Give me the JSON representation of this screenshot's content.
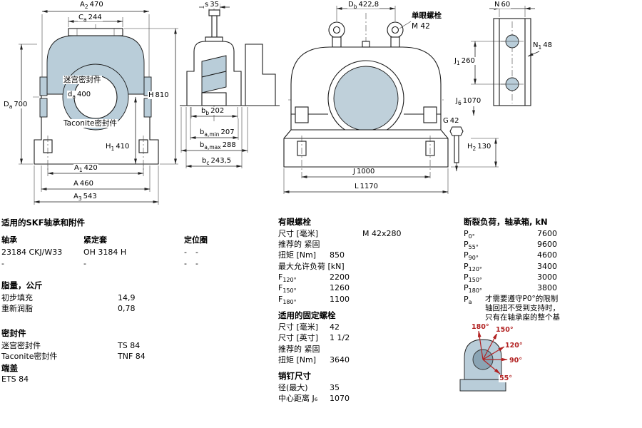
{
  "colors": {
    "line": "#1a1a1a",
    "section_fill": "#b9cdd9",
    "bore_fill": "#bfd0da",
    "angle_label_red": "#b22222"
  },
  "dims": {
    "a2": {
      "base": "A",
      "sub": "2",
      "value": "470"
    },
    "ca": {
      "base": "C",
      "sub": "a",
      "value": "244"
    },
    "da_shaft": {
      "base": "d",
      "sub": "a",
      "value": "400"
    },
    "Da": {
      "base": "D",
      "sub": "a",
      "value": "700"
    },
    "h": {
      "base": "H",
      "sub": "",
      "value": "810"
    },
    "h1": {
      "base": "H",
      "sub": "1",
      "value": "410"
    },
    "a1": {
      "base": "A",
      "sub": "1",
      "value": "420"
    },
    "a": {
      "base": "A",
      "sub": "",
      "value": "460"
    },
    "a3": {
      "base": "A",
      "sub": "3",
      "value": "543"
    },
    "s": {
      "base": "s",
      "sub": "",
      "value": "35"
    },
    "bb": {
      "base": "b",
      "sub": "b",
      "value": "202"
    },
    "ba_min": {
      "base": "b",
      "sub": "a,min",
      "value": "207"
    },
    "ba_max": {
      "base": "b",
      "sub": "a,max",
      "value": "288"
    },
    "bc": {
      "base": "b",
      "sub": "c",
      "value": "243,5"
    },
    "Db": {
      "base": "D",
      "sub": "b",
      "value": "422,8"
    },
    "j1": {
      "base": "J",
      "sub": "1",
      "value": "260"
    },
    "g": {
      "base": "G",
      "sub": "",
      "value": "42"
    },
    "h2": {
      "base": "H",
      "sub": "2",
      "value": "130"
    },
    "j": {
      "base": "J",
      "sub": "",
      "value": "1000"
    },
    "l": {
      "base": "L",
      "sub": "",
      "value": "1170"
    },
    "n": {
      "base": "N",
      "sub": "",
      "value": "60"
    },
    "n1": {
      "base": "N",
      "sub": "1",
      "value": "48"
    },
    "j6": {
      "base": "J",
      "sub": "6",
      "value": "1070"
    }
  },
  "annotations": {
    "labyrinth_seal": "迷宫密封件",
    "taconite_seal": "Taconite密封件",
    "eye_bolt_title": "单眼螺栓",
    "eye_bolt_size": "M 42"
  },
  "tables": {
    "left": {
      "bearings": {
        "title": "适用的SKF轴承和附件",
        "headers": [
          "轴承",
          "紧定套",
          "定位圈"
        ],
        "rows": [
          [
            "23184 CKJ/W33",
            "OH 3184 H",
            "-",
            "-"
          ],
          [
            "-",
            "-",
            "-",
            "-"
          ]
        ]
      },
      "grease": {
        "title": "脂量，公斤",
        "rows": [
          {
            "label": "初步填充",
            "value": "14,9"
          },
          {
            "label": "重新润脂",
            "value": "0,78"
          }
        ]
      },
      "seals": {
        "title": "密封件",
        "rows": [
          {
            "label": "迷宫密封件",
            "value": "TS 84"
          },
          {
            "label": "Taconite密封件",
            "value": "TNF 84"
          }
        ]
      },
      "cover": {
        "title": "端盖",
        "value": "ETS 84"
      }
    },
    "middle": {
      "cap_bolts": {
        "title": "有眼螺栓",
        "size_label": "尺寸 [毫米]",
        "size_value": "M 42x280",
        "rec_label": "推荐的 紧固",
        "torque_label": "扭矩 [Nm]",
        "torque_value": "850",
        "maxload_label": "最大允许负荷 [kN]",
        "f": [
          {
            "base": "F",
            "sub": "120°",
            "value": "2200"
          },
          {
            "base": "F",
            "sub": "150°",
            "value": "1260"
          },
          {
            "base": "F",
            "sub": "180°",
            "value": "1100"
          }
        ]
      },
      "attach_bolts": {
        "title": "适用的固定螺栓",
        "size_mm_label": "尺寸 [毫米]",
        "size_mm_value": "42",
        "size_in_label": "尺寸 [英寸]",
        "size_in_value": "1 1/2",
        "rec_label": "推荐的 紧固",
        "torque_label": "扭矩 [Nm]",
        "torque_value": "3640"
      },
      "pins": {
        "title": "销钉尺寸",
        "dia_label": "径(最大)",
        "dia_value": "35",
        "cc_label": "中心距离 J₆",
        "cc_value": "1070"
      }
    },
    "right": {
      "breaking": {
        "title": "断裂负荷，轴承箱, kN",
        "rows": [
          {
            "base": "P",
            "sub": "0°",
            "value": "7600"
          },
          {
            "base": "P",
            "sub": "55°",
            "value": "9600"
          },
          {
            "base": "P",
            "sub": "90°",
            "value": "4600"
          },
          {
            "base": "P",
            "sub": "120°",
            "value": "3400"
          },
          {
            "base": "P",
            "sub": "150°",
            "value": "3000"
          },
          {
            "base": "P",
            "sub": "180°",
            "value": "3800"
          }
        ],
        "pa": {
          "base": "P",
          "sub": "a"
        },
        "note": [
          "才需要遵守P0°的限制",
          "轴回扭不受到支持时，",
          "只有在轴承座的整个基"
        ]
      },
      "angles": [
        "180°",
        "150°",
        "120°",
        "90°",
        "55°"
      ]
    }
  }
}
